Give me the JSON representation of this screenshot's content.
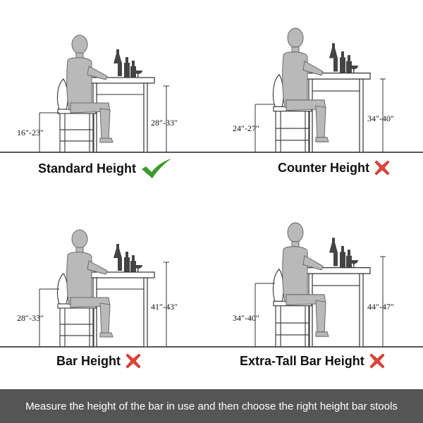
{
  "panels": [
    {
      "id": "standard",
      "label": "Standard Height",
      "seat_range": "16″-23″",
      "table_range": "28″-33″",
      "status": "check-icon"
    },
    {
      "id": "counter",
      "label": "Counter Height",
      "seat_range": "24″-27″",
      "table_range": "34″-40″",
      "status": "cross-icon"
    },
    {
      "id": "bar",
      "label": "Bar Height",
      "seat_range": "28″-33″",
      "table_range": "41″-43″",
      "status": "cross-icon"
    },
    {
      "id": "extra_tall",
      "label": "Extra-Tall Bar Height",
      "seat_range": "34″-40″",
      "table_range": "44″-47″",
      "status": "cross-icon"
    }
  ],
  "footer": {
    "text": "Measure the height of the bar in use and then choose the right height bar stools"
  },
  "colors": {
    "check": "#3a9a2b",
    "cross": "#e0463a",
    "footer_bg": "#555555",
    "figure": "#b9b9b9"
  }
}
